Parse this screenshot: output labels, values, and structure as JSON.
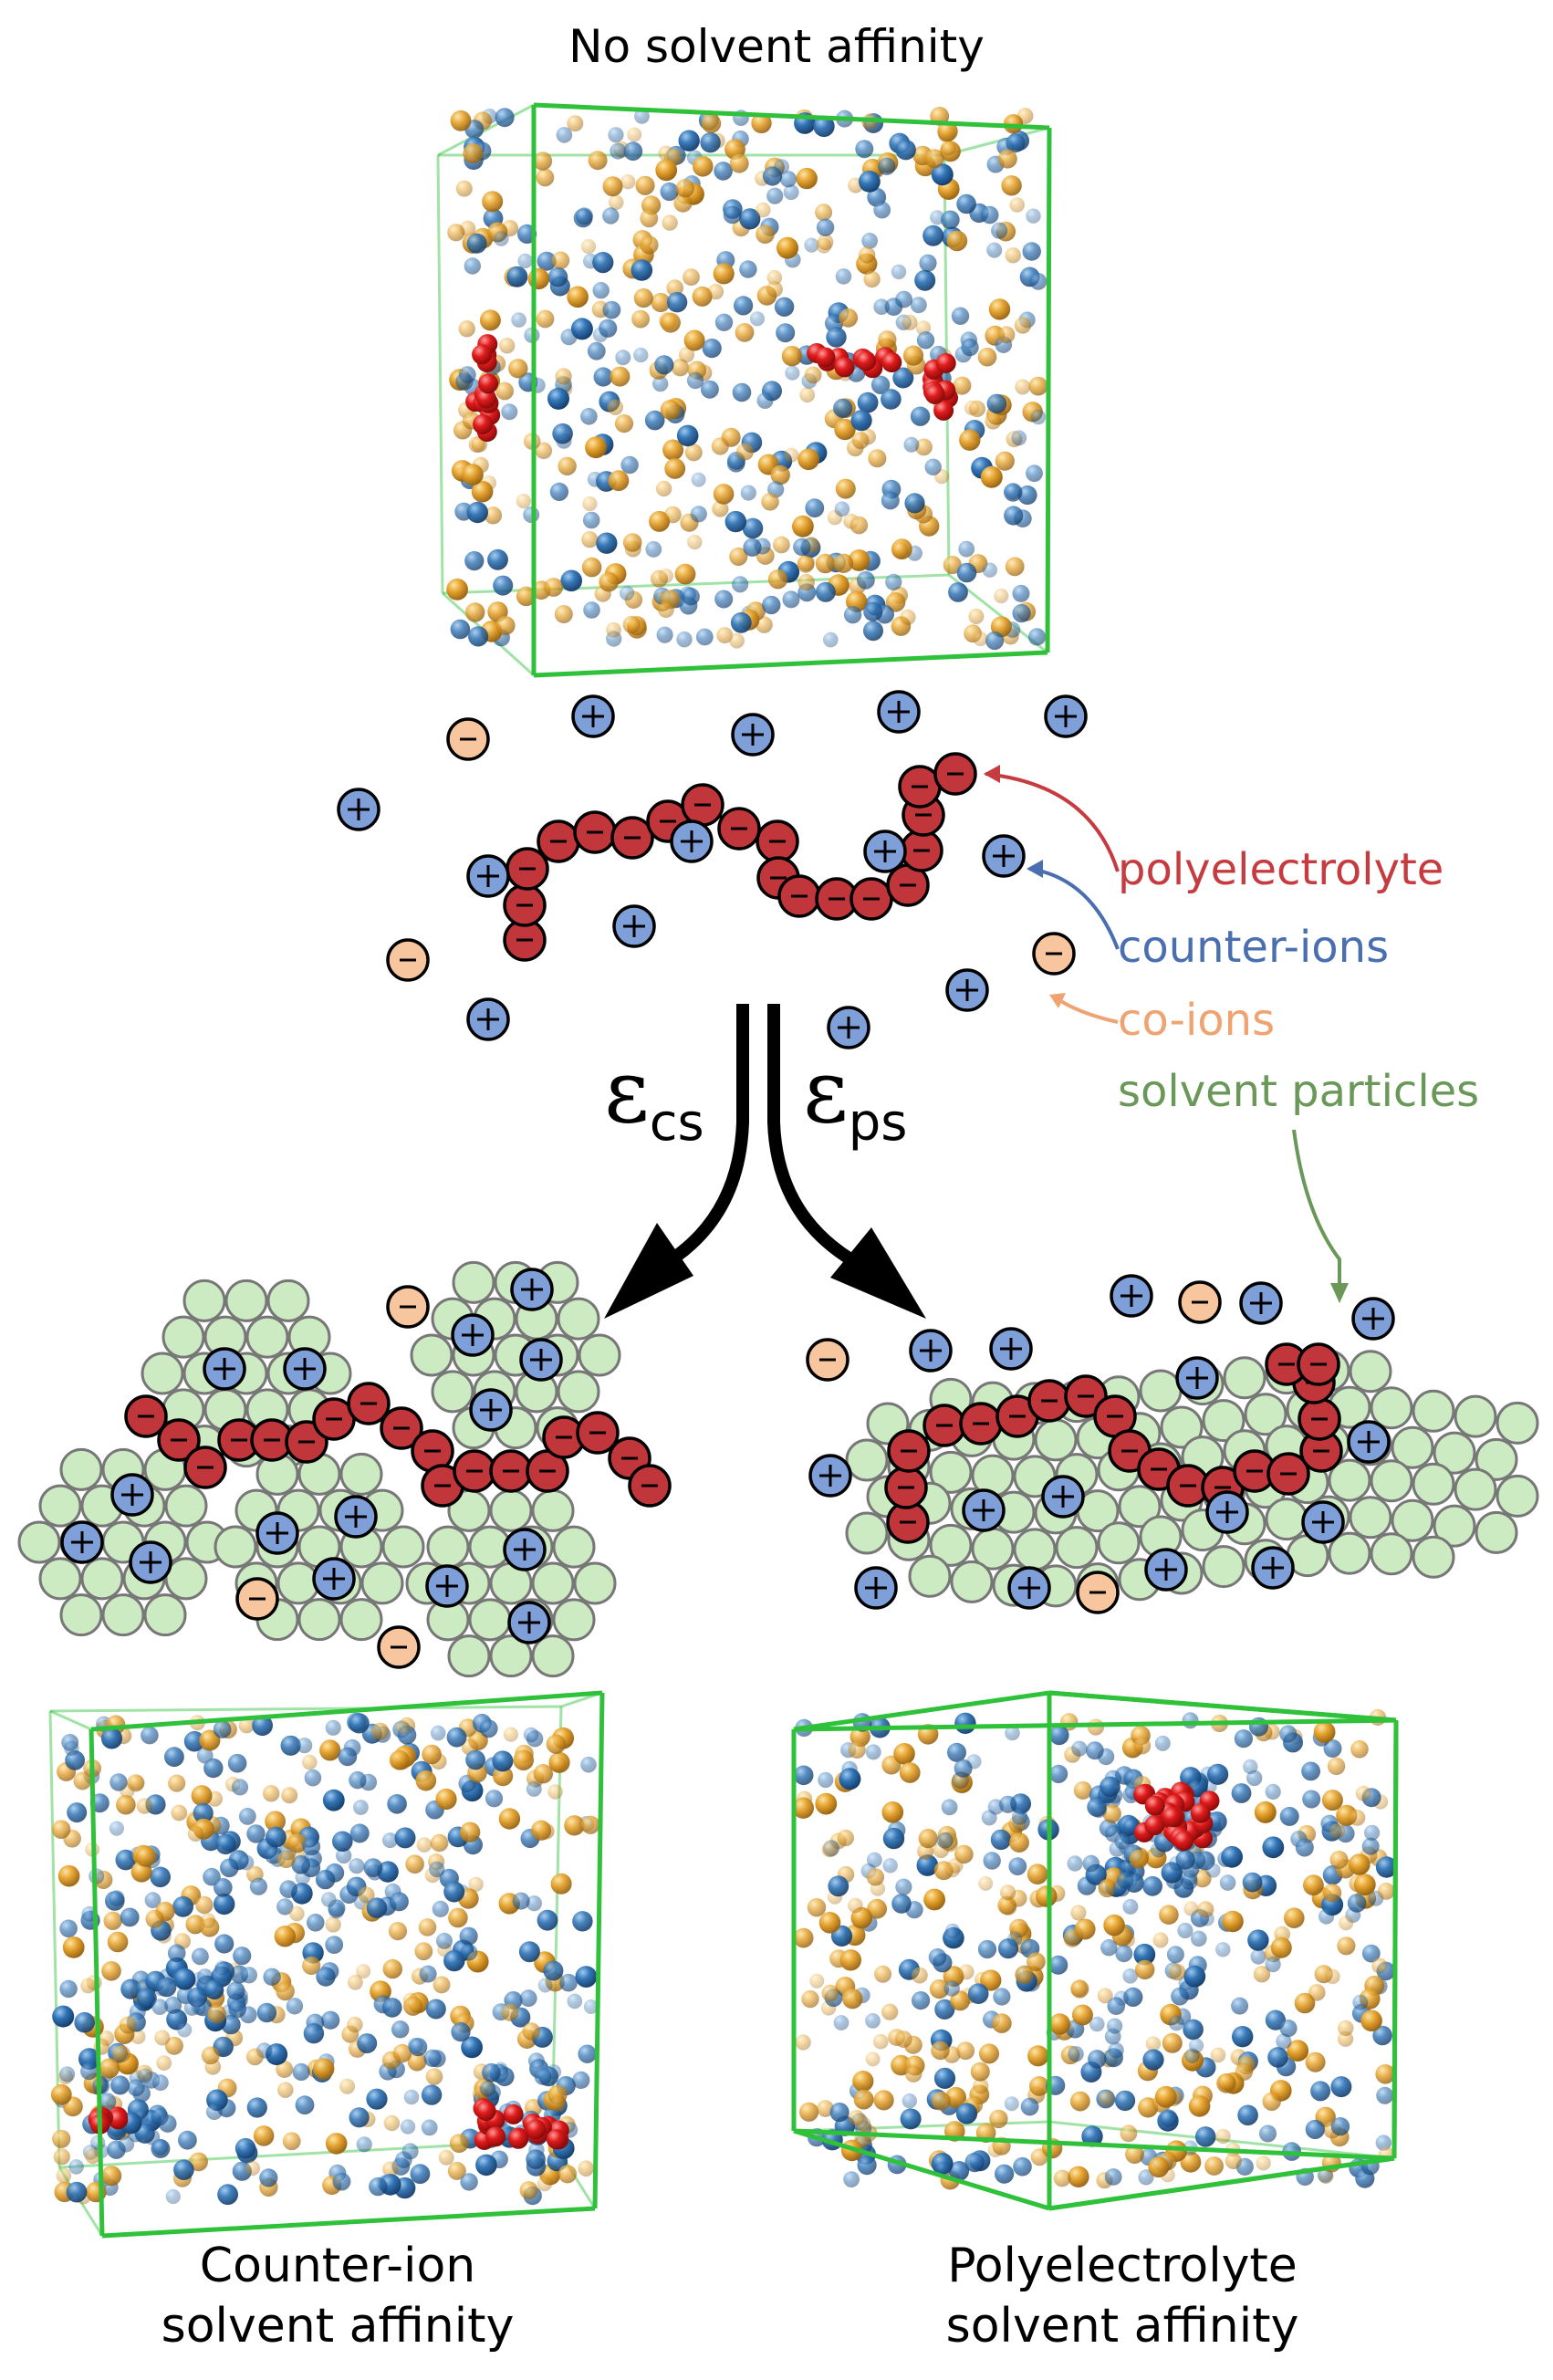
{
  "title_top": "No solvent affinity",
  "legend": {
    "polyelectrolyte": "polyelectrolyte",
    "counter_ions": "counter-ions",
    "co_ions": "co-ions",
    "solvent_particles": "solvent particles"
  },
  "epsilon": {
    "left_symbol": "ε",
    "left_sub": "cs",
    "right_symbol": "ε",
    "right_sub": "ps"
  },
  "caption_left": {
    "line1": "Counter-ion",
    "line2": "solvent affinity"
  },
  "caption_right": {
    "line1": "Polyelectrolyte",
    "line2": "solvent affinity"
  },
  "symbols": {
    "plus": "+",
    "minus": "-"
  },
  "colors": {
    "polyelectrolyte": "#c1363b",
    "counter_ion": "#7f9fd8",
    "co_ion": "#f7c69f",
    "solvent": "#cdebc2",
    "legend_poly": "#c63b3f",
    "legend_counter": "#4a6fb0",
    "legend_co": "#eea371",
    "legend_solvent": "#6a9858",
    "box_edge": "#2fc13a",
    "sphere_blue": "#2a6aa6",
    "sphere_orange": "#e5a22a",
    "sphere_red": "#e01b1b"
  }
}
